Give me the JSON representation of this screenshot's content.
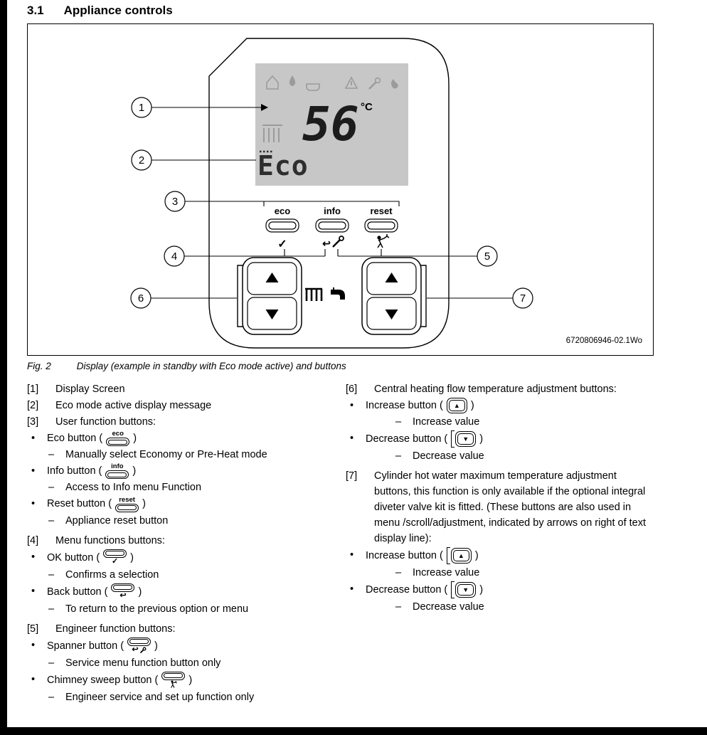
{
  "header": {
    "section": "3.1",
    "title": "Appliance controls"
  },
  "glyphs": {
    "check": "✓",
    "back": "↩",
    "up": "▲",
    "down": "▼"
  },
  "figure": {
    "ref_code": "6720806946-02.1Wo",
    "lcd": {
      "temperature": "56",
      "unit": "°C",
      "mode_text": "Eco"
    },
    "buttons": {
      "eco": "eco",
      "info": "info",
      "reset": "reset"
    },
    "callouts": {
      "c1": "1",
      "c2": "2",
      "c3": "3",
      "c4": "4",
      "c5": "5",
      "c6": "6",
      "c7": "7"
    }
  },
  "caption": {
    "label": "Fig. 2",
    "text": "Display (example in standby with Eco mode active) and buttons"
  },
  "legend": {
    "left": [
      {
        "m": "[1]",
        "t": "Display Screen"
      },
      {
        "m": "[2]",
        "t": "Eco mode active display message"
      },
      {
        "m": "[3]",
        "t": "User function buttons:"
      },
      {
        "m": "•",
        "pre": "Eco button (",
        "post": ")",
        "icon": "eco-button",
        "label": "eco"
      },
      {
        "m": "–",
        "t": "Manually select Economy or Pre-Heat mode"
      },
      {
        "m": "•",
        "pre": "Info button (",
        "post": ")",
        "icon": "info-button",
        "label": "info"
      },
      {
        "m": "–",
        "t": "Access to Info menu Function"
      },
      {
        "m": "•",
        "pre": "Reset button (",
        "post": ")",
        "icon": "reset-button",
        "label": "reset"
      },
      {
        "m": "–",
        "t": "Appliance reset button"
      },
      {
        "m": "[4]",
        "t": "Menu functions buttons:"
      },
      {
        "m": "•",
        "pre": "OK button (",
        "post": ")",
        "icon": "ok-button"
      },
      {
        "m": "–",
        "t": "Confirms a selection"
      },
      {
        "m": "•",
        "pre": "Back button (",
        "post": ")",
        "icon": "back-button"
      },
      {
        "m": "–",
        "t": "To return to the previous option or menu"
      },
      {
        "m": "[5]",
        "t": "Engineer function buttons:"
      },
      {
        "m": "•",
        "pre": "Spanner button (",
        "post": ")",
        "icon": "spanner-button"
      },
      {
        "m": "–",
        "t": "Service menu function button only"
      },
      {
        "m": "•",
        "pre": "Chimney sweep button (",
        "post": ")",
        "icon": "chimney-sweep-button"
      },
      {
        "m": "–",
        "t": "Engineer service and set up function only"
      }
    ],
    "right": [
      {
        "m": "[6]",
        "t": "Central heating flow temperature adjustment buttons:"
      },
      {
        "m": "•",
        "pre": "Increase button (",
        "post": ")",
        "icon": "up-button"
      },
      {
        "m": "–",
        "t": "Increase value"
      },
      {
        "m": "•",
        "pre": "Decrease button (",
        "post": ")",
        "icon": "down-button"
      },
      {
        "m": "–",
        "t": "Decrease value"
      },
      {
        "m": "[7]",
        "t": "Cylinder hot water maximum temperature adjustment buttons, this function is only available if the optional integral diveter valve kit is fitted. (These buttons are also used in menu /scroll/adjustment, indicated by arrows on right of text display line):"
      },
      {
        "m": "•",
        "pre": "Increase button (",
        "post": ")",
        "icon": "up-button-clamped"
      },
      {
        "m": "–",
        "t": "Increase value"
      },
      {
        "m": "•",
        "pre": "Decrease button (",
        "post": ")",
        "icon": "down-button-clamped"
      },
      {
        "m": "–",
        "t": "Decrease value"
      }
    ]
  }
}
